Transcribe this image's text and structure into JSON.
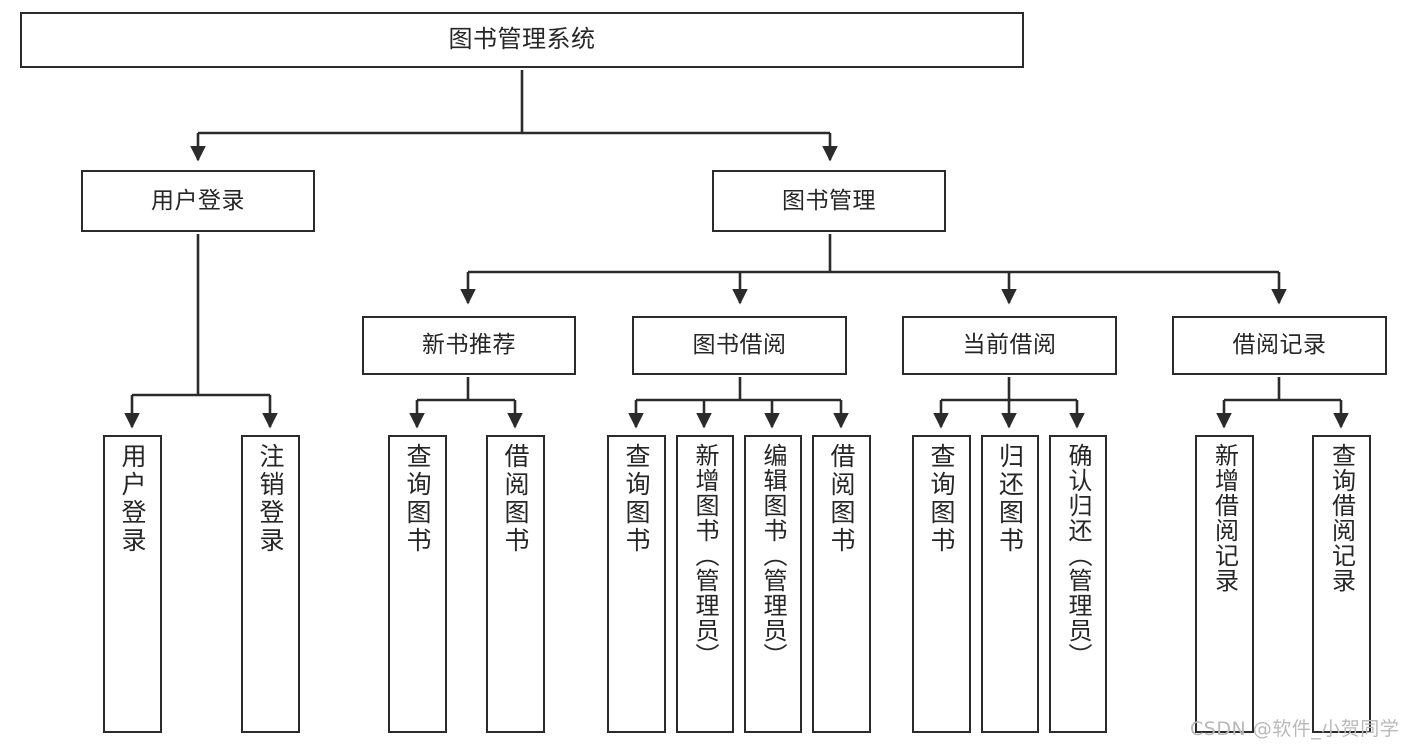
{
  "diagram": {
    "type": "tree-hierarchy",
    "title": "图书管理系统",
    "orientation": "top-down",
    "colors": {
      "box_border": "#2b2b2b",
      "box_fill": "#ffffff",
      "connector": "#2b2b2b",
      "text": "#262626",
      "watermark": "#b9b9b9"
    },
    "nodes": {
      "root": {
        "label": "图书管理系统"
      },
      "level2": [
        {
          "id": "user-login",
          "label": "用户登录"
        },
        {
          "id": "book-manage",
          "label": "图书管理"
        }
      ],
      "level3": [
        {
          "id": "new-book-recommend",
          "label": "新书推荐"
        },
        {
          "id": "book-borrow",
          "label": "图书借阅"
        },
        {
          "id": "current-borrow",
          "label": "当前借阅"
        },
        {
          "id": "borrow-record",
          "label": "借阅记录"
        }
      ],
      "leaves": {
        "user-login": [
          {
            "id": "leaf-user-login",
            "label": "用户登录"
          },
          {
            "id": "leaf-logout-login",
            "label": "注销登录"
          }
        ],
        "new-book-recommend": [
          {
            "id": "leaf-query-book-1",
            "label": "查询图书"
          },
          {
            "id": "leaf-borrow-book-1",
            "label": "借阅图书"
          }
        ],
        "book-borrow": [
          {
            "id": "leaf-query-book-2",
            "label": "查询图书"
          },
          {
            "id": "leaf-add-book-admin",
            "label": "新增图书（管理员）"
          },
          {
            "id": "leaf-edit-book-admin",
            "label": "编辑图书（管理员）"
          },
          {
            "id": "leaf-borrow-book-2",
            "label": "借阅图书"
          }
        ],
        "current-borrow": [
          {
            "id": "leaf-query-book-3",
            "label": "查询图书"
          },
          {
            "id": "leaf-return-book",
            "label": "归还图书"
          },
          {
            "id": "leaf-confirm-return-admin",
            "label": "确认归还（管理员）"
          }
        ],
        "borrow-record": [
          {
            "id": "leaf-add-borrow-record",
            "label": "新增借阅记录"
          },
          {
            "id": "leaf-query-borrow-record",
            "label": "查询借阅记录"
          }
        ]
      }
    },
    "watermark": "CSDN @软件_小贺同学"
  }
}
